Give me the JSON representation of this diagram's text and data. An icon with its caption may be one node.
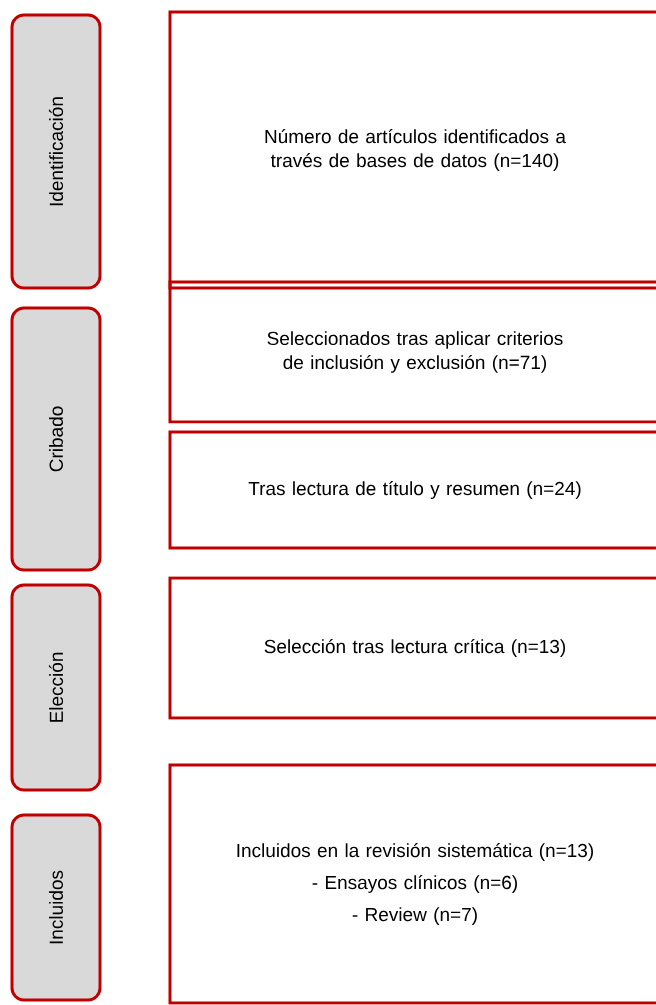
{
  "diagram": {
    "nodes": [
      {
        "text": [
          "Identificación"
        ]
      },
      {
        "text": [
          "Número de artículos identificados a través de bases de datos (n=140)"
        ]
      },
      {
        "text": [
          "Cribado"
        ]
      },
      {
        "text": [
          "Seleccionados tras aplicar criterios de inclusión y exclusión (n=71)"
        ]
      },
      {
        "text": [
          "Tras lectura de título y resumen (n=24)"
        ]
      },
      {
        "text": [
          "Elección"
        ]
      },
      {
        "text": [
          "Selección tras lectura crítica (n=13)"
        ]
      },
      {
        "text": [
          "Incluidos"
        ]
      },
      {
        "text": [
          "Incluidos en la revisión sistemática (n=13)",
          "- Ensayos clínicos (n=6)",
          "- Review (n=7)"
        ]
      }
    ]
  }
}
